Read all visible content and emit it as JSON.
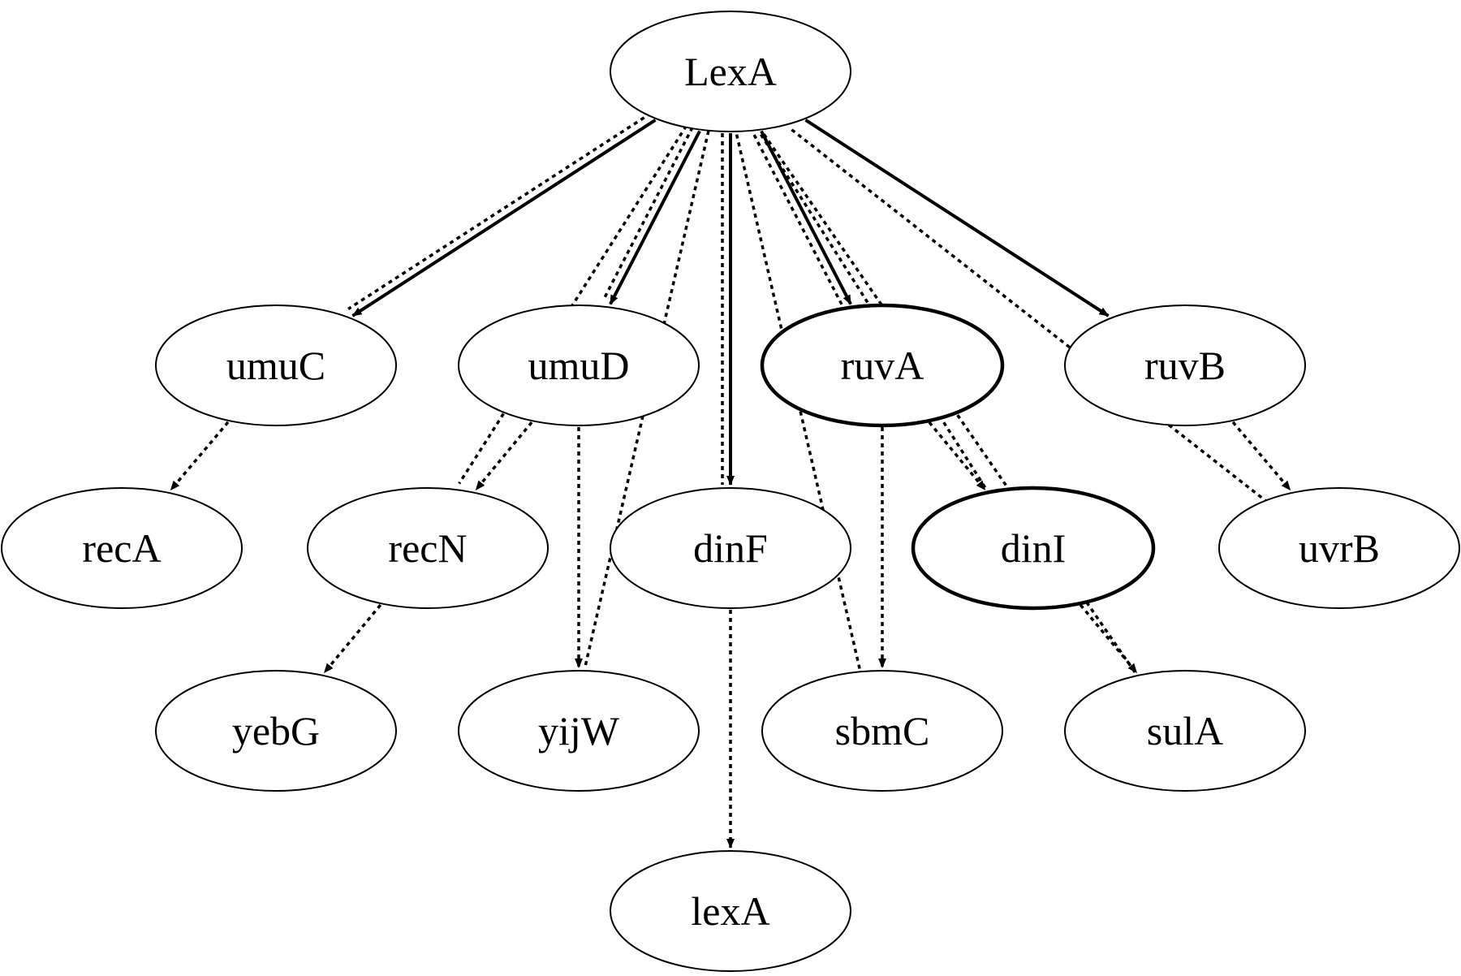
{
  "diagram": {
    "nodes": [
      {
        "id": "LexA",
        "label": "LexA",
        "bold": false
      },
      {
        "id": "umuC",
        "label": "umuC",
        "bold": false
      },
      {
        "id": "umuD",
        "label": "umuD",
        "bold": false
      },
      {
        "id": "ruvA",
        "label": "ruvA",
        "bold": true
      },
      {
        "id": "ruvB",
        "label": "ruvB",
        "bold": false
      },
      {
        "id": "recA",
        "label": "recA",
        "bold": false
      },
      {
        "id": "recN",
        "label": "recN",
        "bold": false
      },
      {
        "id": "dinF",
        "label": "dinF",
        "bold": false
      },
      {
        "id": "dinI",
        "label": "dinI",
        "bold": true
      },
      {
        "id": "uvrB",
        "label": "uvrB",
        "bold": false
      },
      {
        "id": "yebG",
        "label": "yebG",
        "bold": false
      },
      {
        "id": "yijW",
        "label": "yijW",
        "bold": false
      },
      {
        "id": "sbmC",
        "label": "sbmC",
        "bold": false
      },
      {
        "id": "sulA",
        "label": "sulA",
        "bold": false
      },
      {
        "id": "lexA2",
        "label": "lexA",
        "bold": false
      }
    ],
    "edges": [
      {
        "from": "LexA",
        "to": "umuC",
        "style": "solid",
        "arrow": true
      },
      {
        "from": "LexA",
        "to": "umuD",
        "style": "solid",
        "arrow": true
      },
      {
        "from": "LexA",
        "to": "dinF",
        "style": "solid",
        "arrow": true
      },
      {
        "from": "LexA",
        "to": "ruvA",
        "style": "solid",
        "arrow": true
      },
      {
        "from": "LexA",
        "to": "ruvB",
        "style": "solid",
        "arrow": true
      },
      {
        "from": "umuC",
        "to": "recA",
        "style": "dotted",
        "arrow": true
      },
      {
        "from": "umuD",
        "to": "recN",
        "style": "dotted",
        "arrow": true
      },
      {
        "from": "umuD",
        "to": "yijW",
        "style": "dotted",
        "arrow": true
      },
      {
        "from": "ruvA",
        "to": "dinI",
        "style": "dotted",
        "arrow": true
      },
      {
        "from": "ruvA",
        "to": "sbmC",
        "style": "dotted",
        "arrow": true
      },
      {
        "from": "ruvB",
        "to": "uvrB",
        "style": "dotted",
        "arrow": true
      },
      {
        "from": "recN",
        "to": "yebG",
        "style": "dotted",
        "arrow": true
      },
      {
        "from": "dinF",
        "to": "lexA2",
        "style": "dotted",
        "arrow": true
      },
      {
        "from": "dinI",
        "to": "sulA",
        "style": "dotted",
        "arrow": true
      },
      {
        "from": "LexA",
        "to": "umuC",
        "style": "dotted",
        "arrow": false
      },
      {
        "from": "LexA",
        "to": "umuD",
        "style": "dotted",
        "arrow": false
      },
      {
        "from": "LexA",
        "to": "recN",
        "style": "dotted",
        "arrow": false
      },
      {
        "from": "LexA",
        "to": "yijW",
        "style": "dotted",
        "arrow": false
      },
      {
        "from": "LexA",
        "to": "dinF",
        "style": "dotted",
        "arrow": false
      },
      {
        "from": "LexA",
        "to": "sbmC",
        "style": "dotted",
        "arrow": false
      },
      {
        "from": "LexA",
        "to": "ruvA",
        "style": "dotted",
        "arrow": false
      },
      {
        "from": "LexA",
        "to": "dinI",
        "style": "dotted",
        "arrow": false
      },
      {
        "from": "LexA",
        "to": "sulA",
        "style": "dotted",
        "arrow": false
      },
      {
        "from": "LexA",
        "to": "uvrB",
        "style": "dotted",
        "arrow": false
      }
    ]
  }
}
